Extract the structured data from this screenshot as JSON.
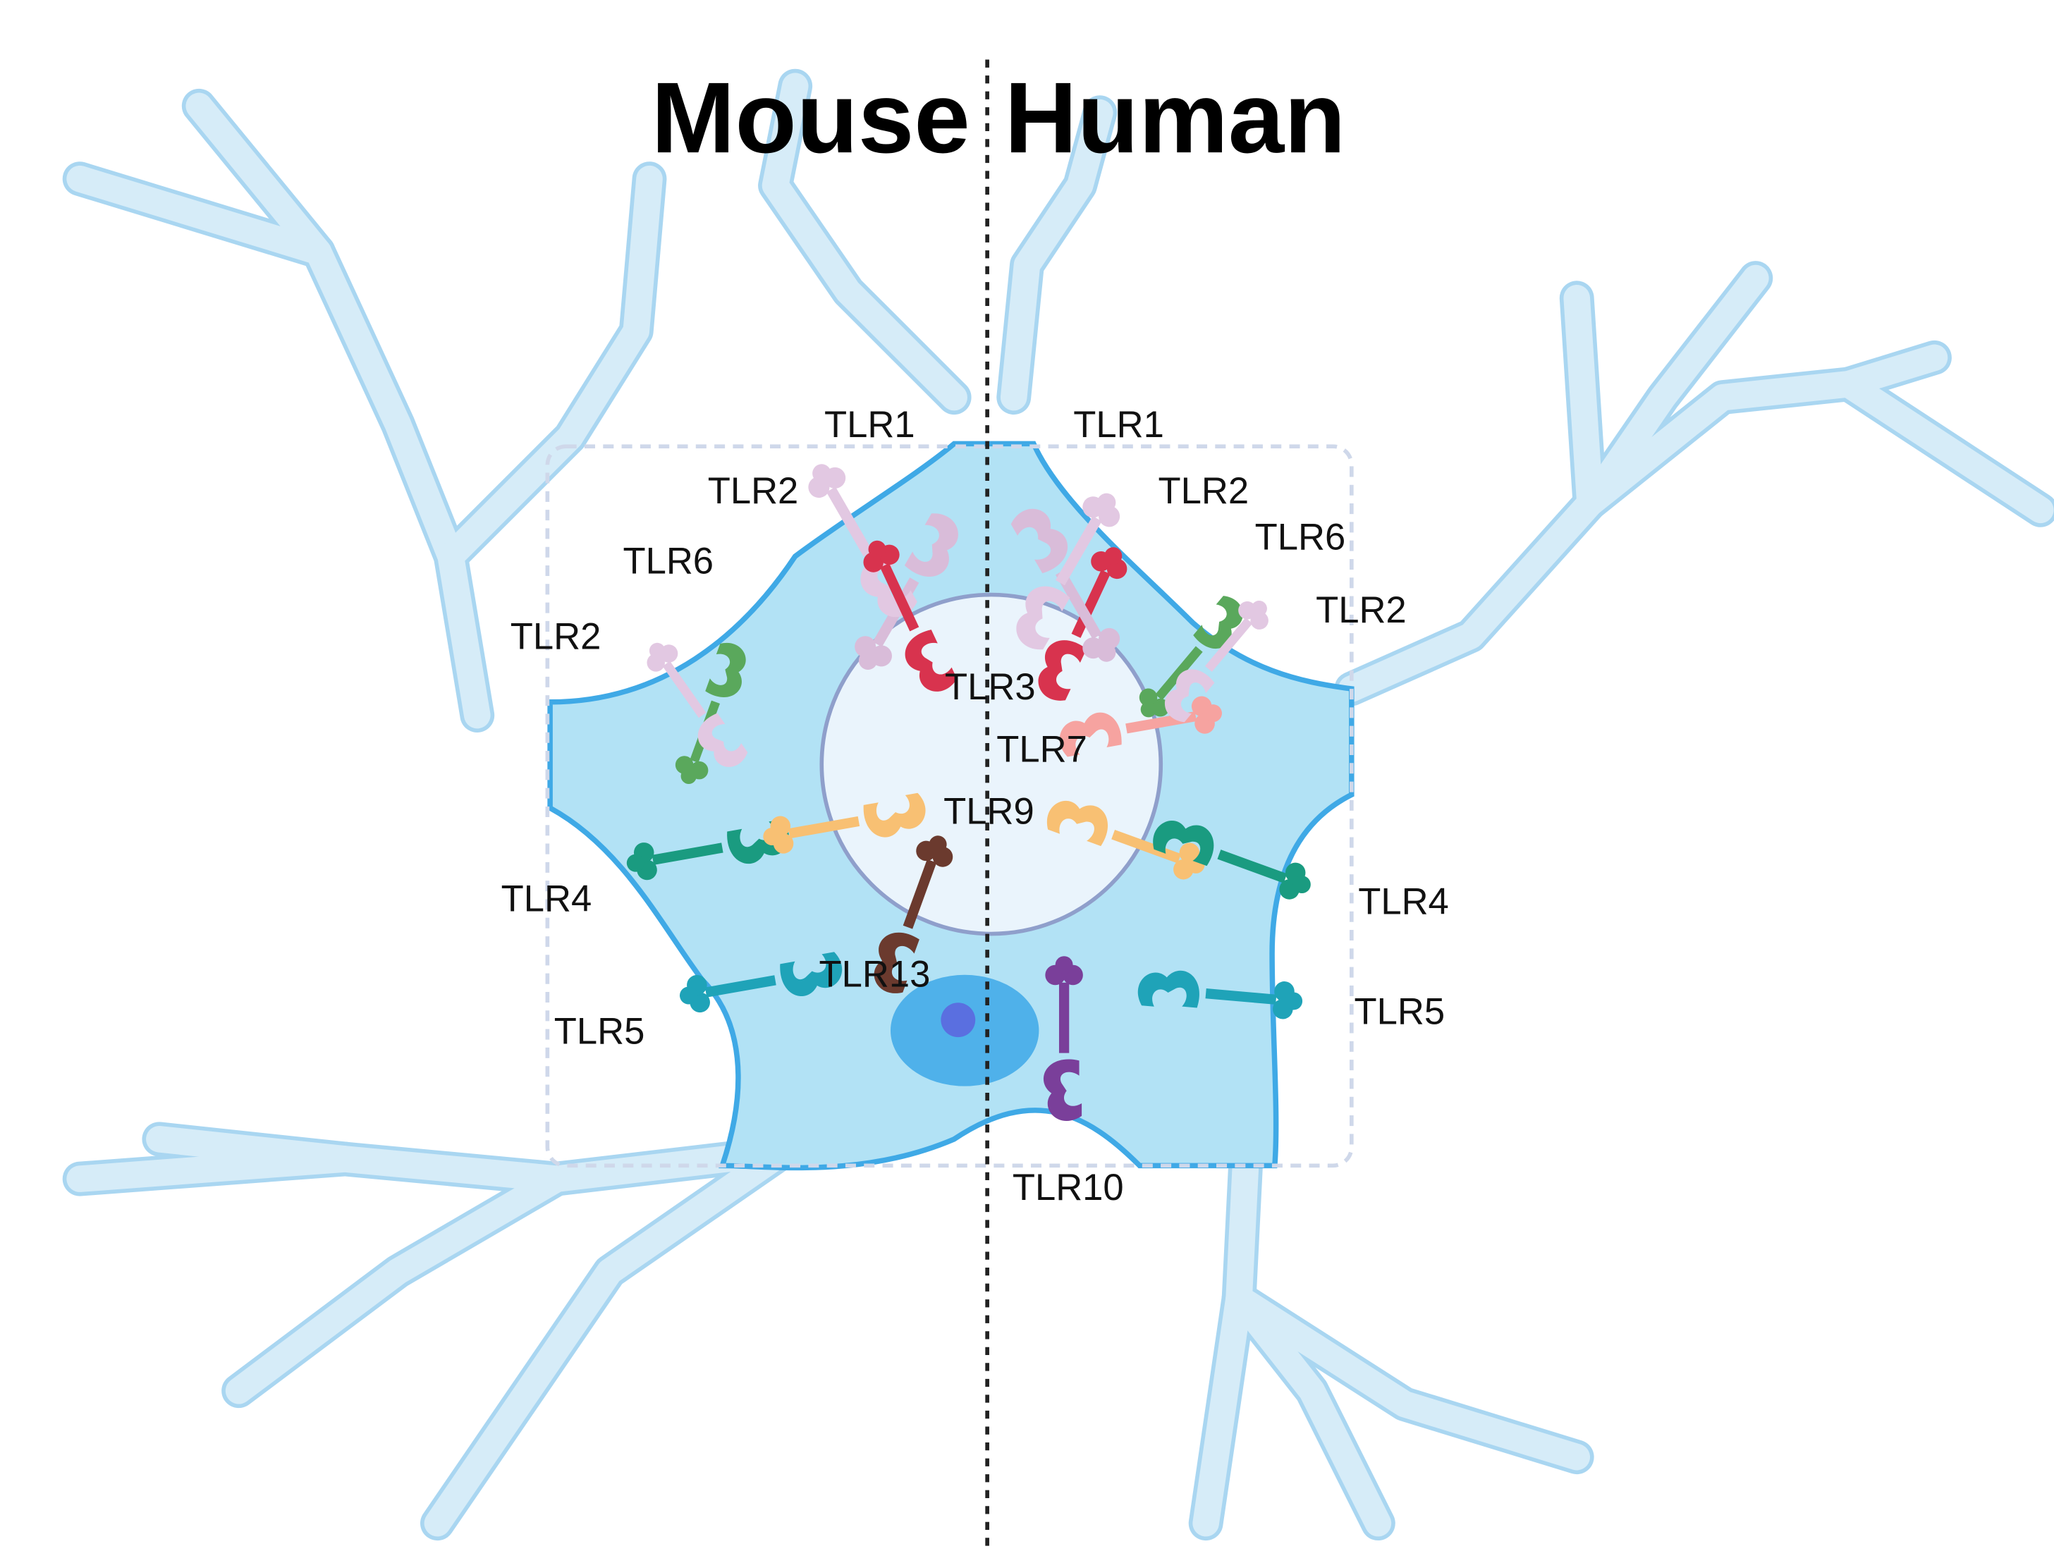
{
  "headings": {
    "left": "Mouse",
    "right": "Human"
  },
  "labels": {
    "m_tlr1": "TLR1",
    "m_tlr2_top": "TLR2",
    "m_tlr6": "TLR6",
    "m_tlr2_side": "TLR2",
    "m_tlr4": "TLR4",
    "m_tlr5": "TLR5",
    "m_tlr13": "TLR13",
    "h_tlr1": "TLR1",
    "h_tlr2_top": "TLR2",
    "h_tlr6": "TLR6",
    "h_tlr2_side": "TLR2",
    "h_tlr4": "TLR4",
    "h_tlr5": "TLR5",
    "h_tlr10": "TLR10",
    "c_tlr3": "TLR3",
    "c_tlr7": "TLR7",
    "c_tlr9": "TLR9"
  },
  "colors": {
    "dendrite": "#d6ecf8",
    "dendrite_edge": "#a9d6f1",
    "soma": "#b2e2f5",
    "membrane": "#3fa9e6",
    "endosome": "#eaf4fc",
    "endosome_edge": "#8f9fcb",
    "nucleus": "#4fb1ea",
    "nucleolus": "#5a6fe0",
    "tlr1": "#d9bcd9",
    "tlr2": "#e2c8e2",
    "tlr6": "#5aa85c",
    "tlr3": "#d8334e",
    "tlr7": "#f6a3a0",
    "tlr9": "#f8c073",
    "tlr13": "#6b3a2e",
    "tlr4": "#1a9b80",
    "tlr5": "#1fa3b8",
    "tlr10": "#7a3f9a"
  }
}
